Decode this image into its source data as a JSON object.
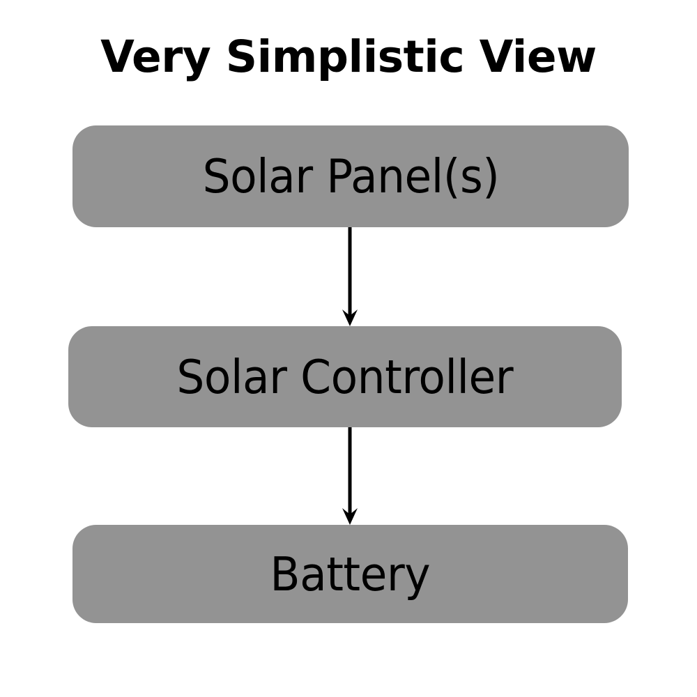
{
  "diagram": {
    "title": "Very Simplistic View",
    "background_color": "#ffffff",
    "node_fill_color": "#939393",
    "text_color": "#000000",
    "connector_color": "#000000",
    "type": "flowchart-vertical",
    "nodes": [
      {
        "id": "solar-panel",
        "label": "Solar Panel(s)",
        "order": 1
      },
      {
        "id": "solar-controller",
        "label": "Solar Controller",
        "order": 2
      },
      {
        "id": "battery",
        "label": "Battery",
        "order": 3
      }
    ],
    "edges": [
      {
        "from": "solar-panel",
        "to": "solar-controller",
        "style": "arrow-down"
      },
      {
        "from": "solar-controller",
        "to": "battery",
        "style": "arrow-down"
      }
    ]
  }
}
